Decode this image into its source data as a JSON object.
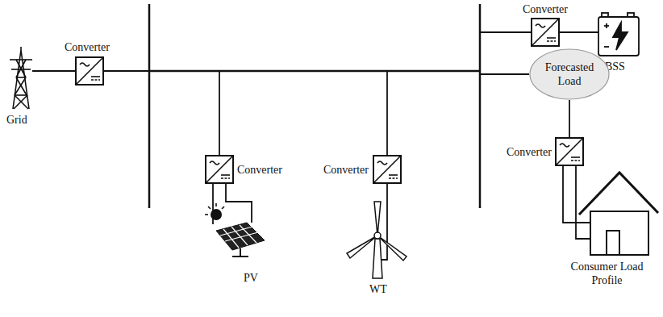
{
  "diagram": {
    "nodes": [
      {
        "text": [
          "Forecasted Load"
        ]
      }
    ],
    "labels": [
      "Converter",
      "Grid",
      "Converter",
      "BSS",
      "Converter",
      "Converter",
      "Converter",
      "PV",
      "WT",
      "Consumer Load Profile"
    ]
  }
}
